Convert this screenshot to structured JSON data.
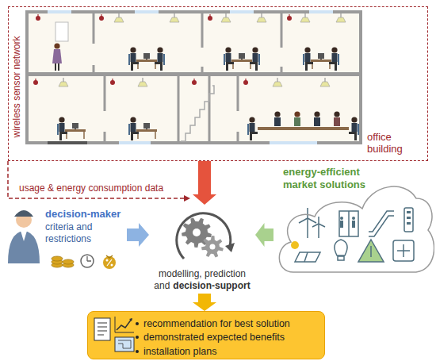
{
  "diagram": {
    "nodes": [
      {
        "text": [
          "office building"
        ]
      },
      {
        "text": [
          "decision-maker",
          "criteria and restrictions"
        ]
      },
      {
        "text": [
          "modelling, prediction and",
          "decision-support"
        ]
      },
      {
        "text": [
          "energy-efficient market solutions"
        ]
      },
      {
        "text": [
          "recommendation for best solution",
          "demonstrated expected benefits",
          "installation plans"
        ]
      }
    ],
    "edges": [
      {
        "from": 0,
        "to": 2,
        "arrow": "to",
        "label": "usage & energy consumption data"
      },
      {
        "from": 1,
        "to": 2,
        "arrow": "to"
      },
      {
        "from": 3,
        "to": 2,
        "arrow": "to"
      },
      {
        "from": 2,
        "to": 4,
        "arrow": "to"
      }
    ],
    "labels": [
      "wireless sensor network"
    ]
  }
}
